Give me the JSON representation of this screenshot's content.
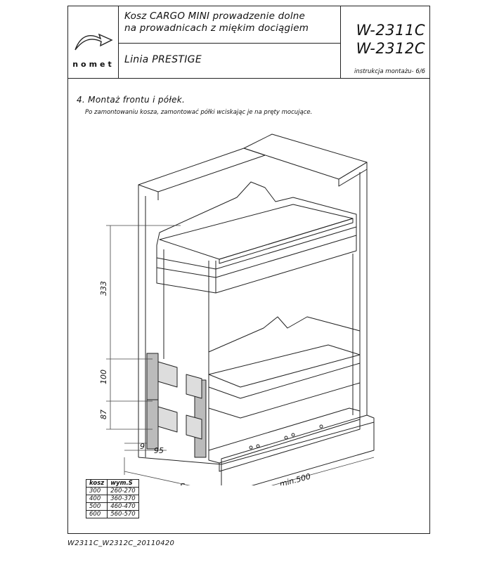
{
  "header": {
    "logo_text": "nomet",
    "title_line1": "Kosz CARGO MINI prowadzenie dolne",
    "title_line2": "na prowadnicach z miękim dociągiem",
    "product_line": "Linia PRESTIGE",
    "code1": "W-2311C",
    "code2": "W-2312C",
    "instruction_page": "instrukcja montażu- 6/6"
  },
  "step": {
    "title": "4. Montaż frontu i półek.",
    "instruction": "Po zamontowaniu kosza, zamontować półki wciskając je na pręty mocujące."
  },
  "dimensions": {
    "height_upper": "333",
    "height_mid": "100",
    "height_low": "87",
    "offset_small": "9",
    "offset_front": "95",
    "depth_label": "S",
    "width_label": "min.500"
  },
  "size_table": {
    "headers": [
      "kosz",
      "wym.S"
    ],
    "rows": [
      [
        "300",
        "260-270"
      ],
      [
        "400",
        "360-370"
      ],
      [
        "500",
        "460-470"
      ],
      [
        "600",
        "560-570"
      ]
    ]
  },
  "footer": {
    "doc_code": "W2311C_W2312C_20110420"
  }
}
